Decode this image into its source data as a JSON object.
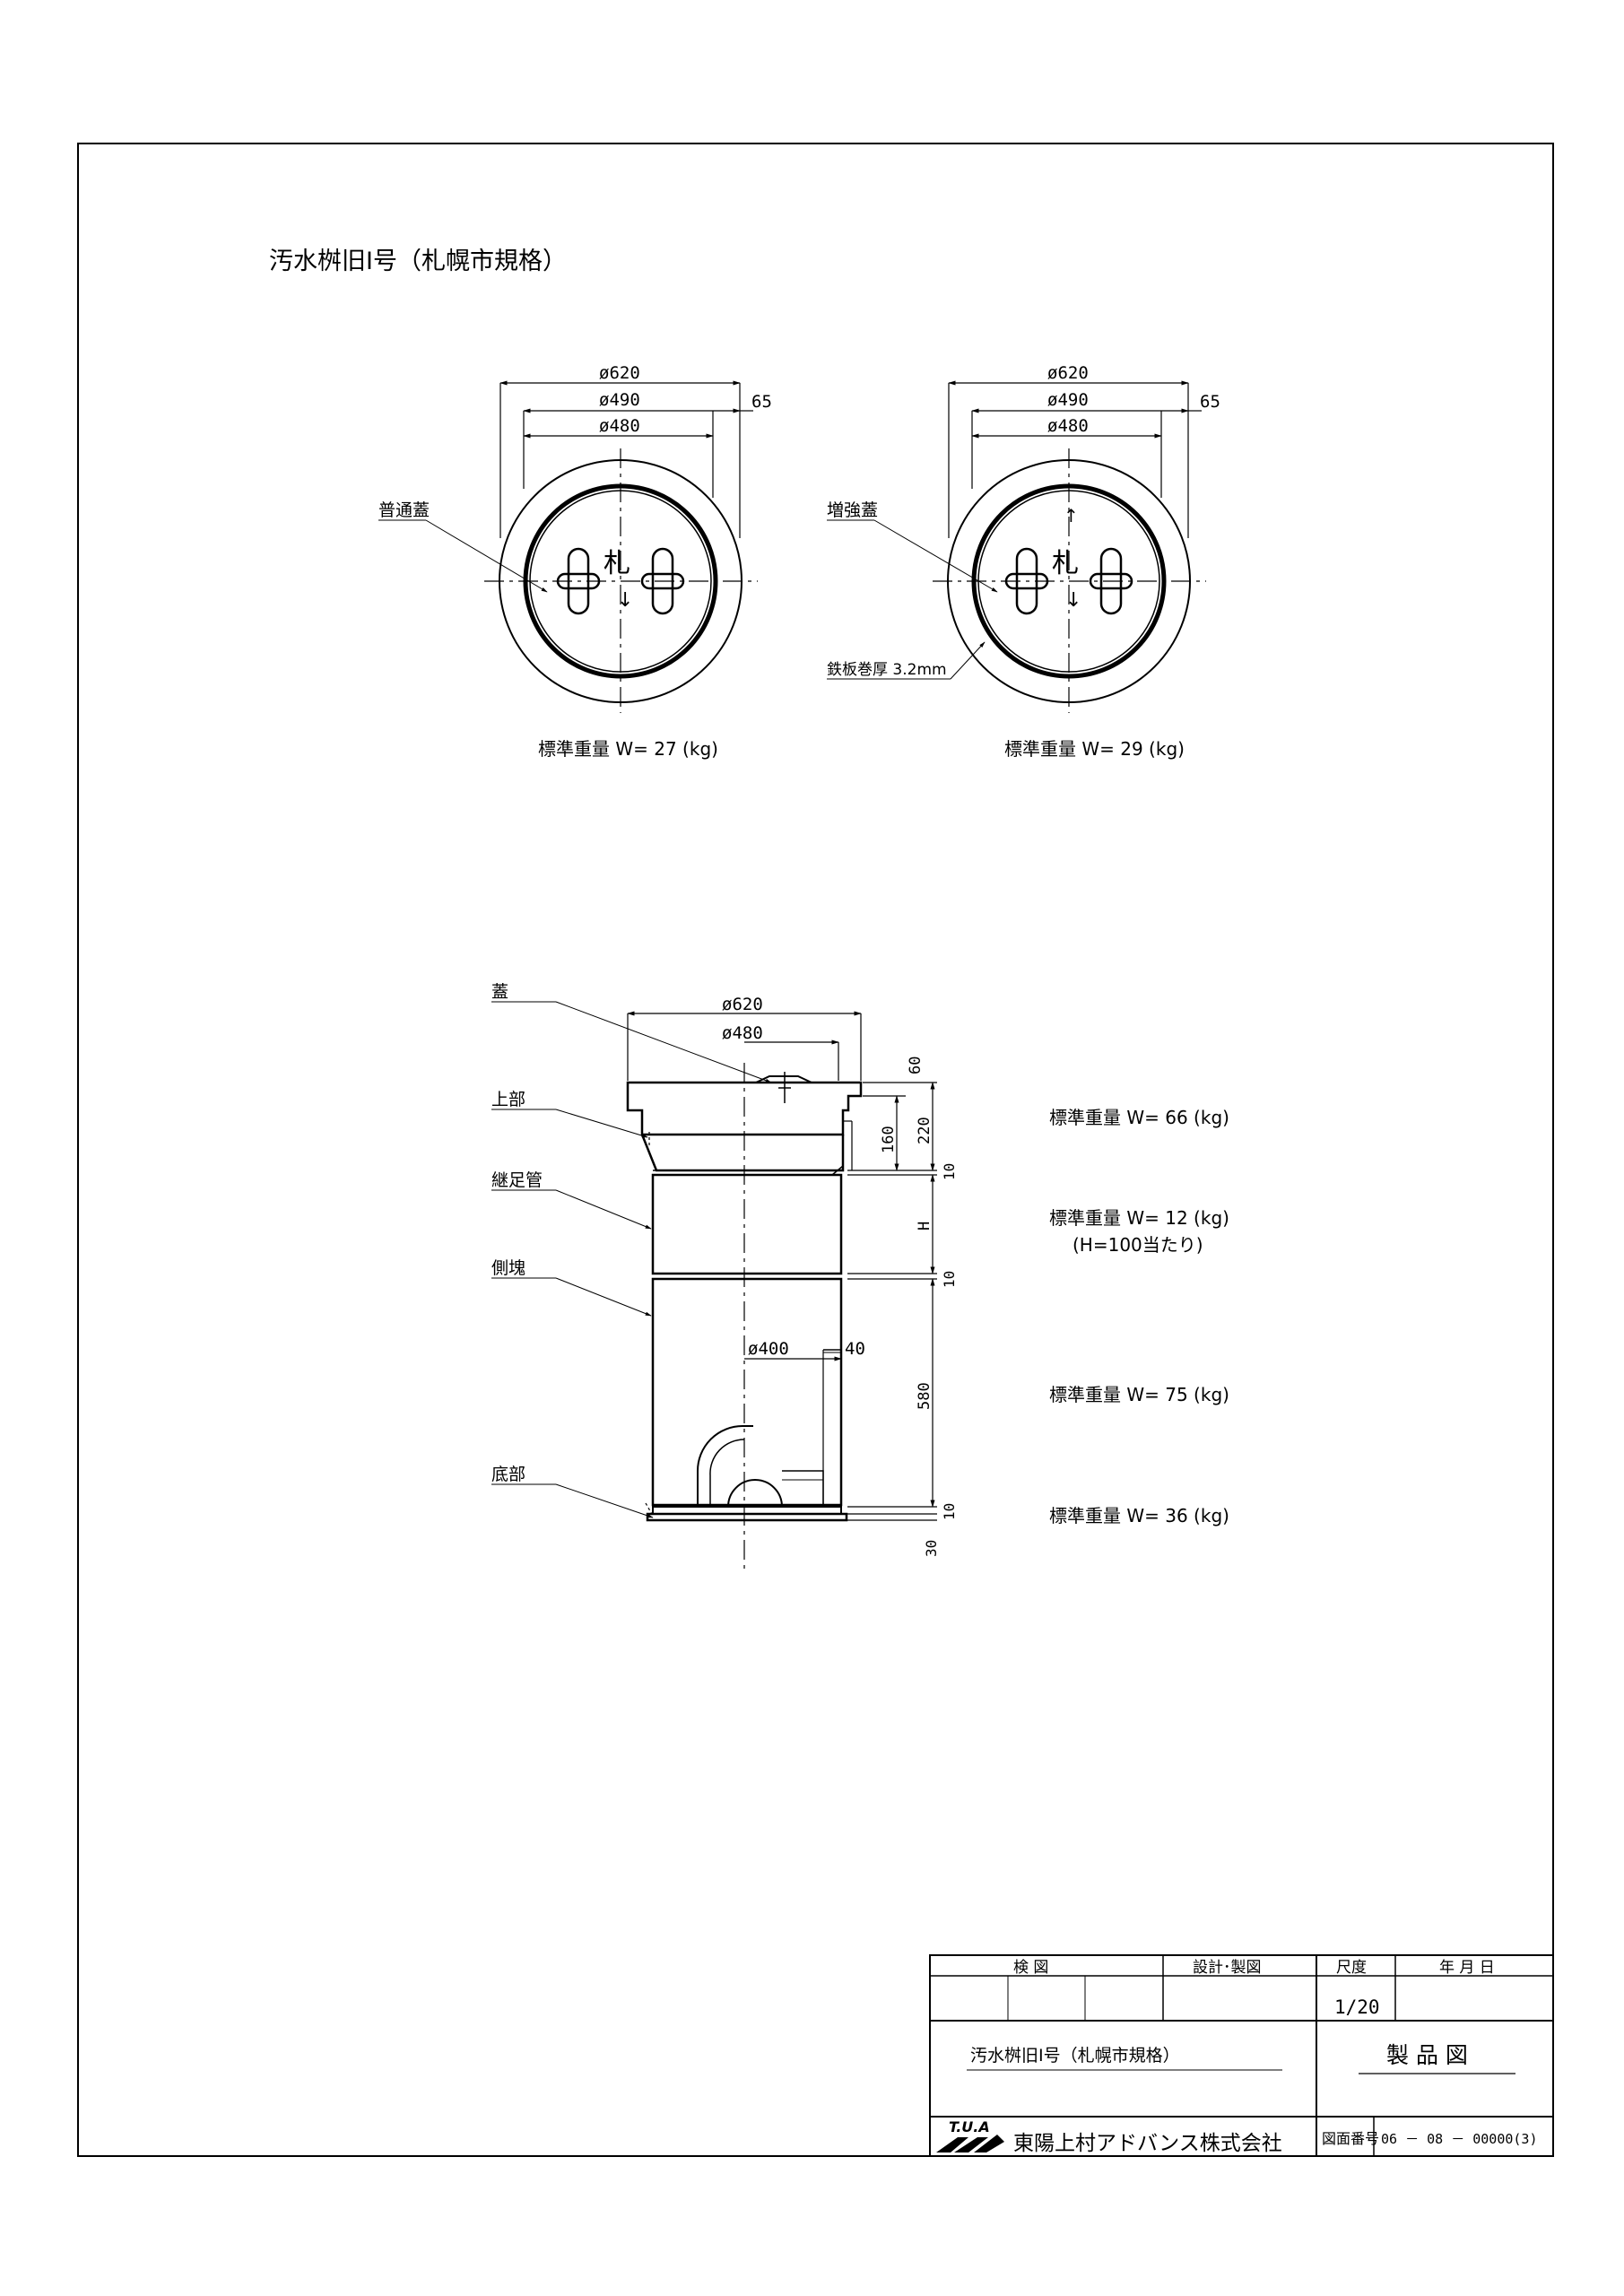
{
  "drawing": {
    "title": "汚水桝旧Ⅰ号（札幌市規格）"
  },
  "plan_views": [
    {
      "label": "普通蓋",
      "dims": {
        "outer": "ø620",
        "middle": "ø490",
        "inner": "ø480",
        "side": "65"
      },
      "cover_mark": "札",
      "weight": "標準重量 W= 27 (kg)"
    },
    {
      "label": "増強蓋",
      "dims": {
        "outer": "ø620",
        "middle": "ø490",
        "inner": "ø480",
        "side": "65"
      },
      "cover_mark": "札",
      "note": "鉄板巻厚 3.2mm",
      "weight": "標準重量 W= 29 (kg)"
    }
  ],
  "section_view": {
    "part_labels": {
      "lid": "蓋",
      "top": "上部",
      "riser": "継足管",
      "side": "側塊",
      "bottom": "底部"
    },
    "dims": {
      "outer": "ø620",
      "inner": "ø480",
      "pipe": "ø400",
      "wall": "40",
      "v60": "60",
      "v220": "220",
      "v160": "160",
      "v10a": "10",
      "vH": "H",
      "v10b": "10",
      "v580": "580",
      "v10c": "10",
      "v30": "30"
    },
    "weights": {
      "top": "標準重量 W= 66 (kg)",
      "riser": "標準重量 W= 12 (kg)",
      "riser_note": "(H=100当たり)",
      "side": "標準重量 W= 75 (kg)",
      "bottom": "標準重量 W= 36 (kg)"
    }
  },
  "title_block": {
    "inspect": "検 図",
    "design": "設計･製図",
    "scale_label": "尺度",
    "date_label": "年 月 日",
    "scale_value": "1/20",
    "product_name": "汚水桝旧Ⅰ号（札幌市規格）",
    "drawing_type": "製 品 図",
    "logo_text": "T.U.A",
    "company": "東陽上村アドバンス株式会社",
    "number_label": "図面番号",
    "number_value": "06 － 08 － 00000(3)"
  }
}
